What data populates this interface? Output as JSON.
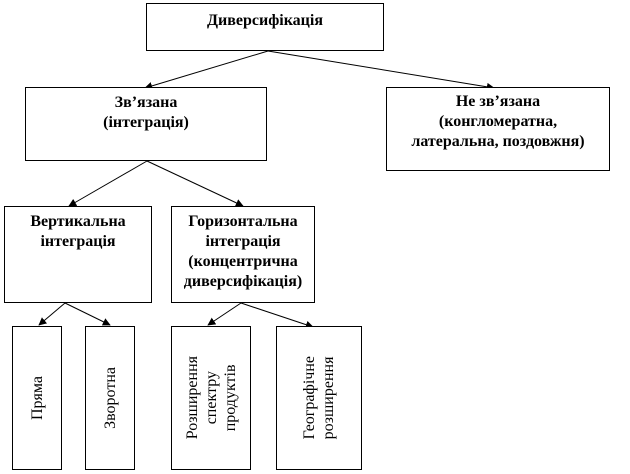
{
  "diagram": {
    "root": {
      "label": "Диверсифікація"
    },
    "related": {
      "label": "Зв’язана\n(інтеграція)"
    },
    "unrelated": {
      "label": "Не зв’язана\n(конгломератна,\nлатеральна, поздовжня)"
    },
    "vertical": {
      "label": "Вертикальна\nінтеграція"
    },
    "horizontal": {
      "label": "Горизонтальна\nінтеграція\n(концентрична\nдиверсифікація)"
    },
    "direct": {
      "label": "Пряма"
    },
    "reverse": {
      "label": "Зворотна"
    },
    "product_range": {
      "label": "Розширення\nспектру\nпродуктів"
    },
    "geographic": {
      "label": "Географічне\nрозширення"
    }
  }
}
